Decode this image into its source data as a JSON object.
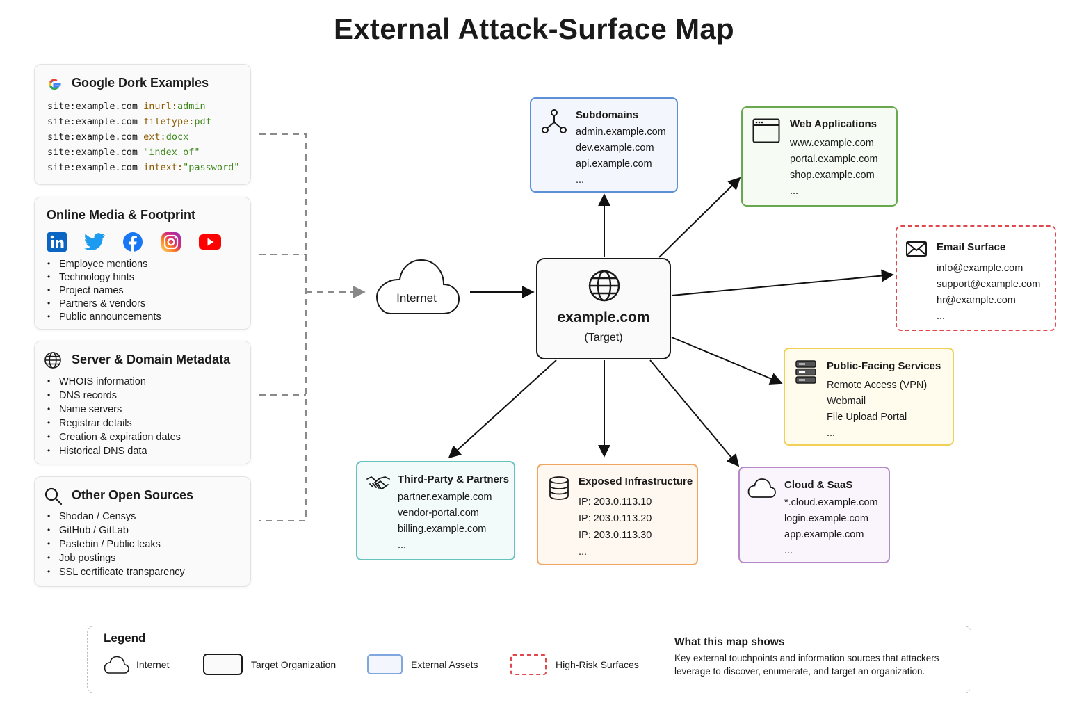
{
  "title": "External Attack-Surface Map",
  "google_dorks": {
    "title": "Google Dork Examples",
    "lines": [
      {
        "prefix": "site:example.com ",
        "op": "inurl:",
        "val": "admin"
      },
      {
        "prefix": "site:example.com ",
        "op": "filetype:",
        "val": "pdf"
      },
      {
        "prefix": "site:example.com ",
        "op": "ext:",
        "val": "docx"
      },
      {
        "prefix": "site:example.com ",
        "op": "",
        "val": "\"index of\""
      },
      {
        "prefix": "site:example.com ",
        "op": "intext:",
        "val": "\"password\""
      }
    ]
  },
  "online_media": {
    "title": "Online Media & Footprint",
    "icons": [
      "linkedin-icon",
      "twitter-icon",
      "facebook-icon",
      "instagram-icon",
      "youtube-icon"
    ],
    "items": [
      "Employee mentions",
      "Technology hints",
      "Project names",
      "Partners & vendors",
      "Public announcements"
    ]
  },
  "server_metadata": {
    "title": "Server & Domain Metadata",
    "icon": "globe-icon",
    "items": [
      "WHOIS information",
      "DNS records",
      "Name servers",
      "Registrar details",
      "Creation & expiration dates",
      "Historical DNS data"
    ]
  },
  "other_sources": {
    "title": "Other Open Sources",
    "icon": "search-icon",
    "items": [
      "Shodan / Censys",
      "GitHub / GitLab",
      "Pastebin / Public leaks",
      "Job postings",
      "SSL certificate transparency"
    ]
  },
  "internet": {
    "label": "Internet",
    "icon": "cloud-icon"
  },
  "target": {
    "name": "example.com",
    "subtitle": "(Target)",
    "icon": "globe-icon"
  },
  "nodes": {
    "subdomains": {
      "title": "Subdomains",
      "icon": "nodes-icon",
      "color": "#5b8fd6",
      "items": [
        "admin.example.com",
        "dev.example.com",
        "api.example.com",
        "..."
      ]
    },
    "web_apps": {
      "title": "Web Applications",
      "icon": "browser-window-icon",
      "color": "#6aa84f",
      "items": [
        "www.example.com",
        "portal.example.com",
        "shop.example.com",
        "..."
      ]
    },
    "email": {
      "title": "Email Surface",
      "icon": "envelope-icon",
      "color": "#e0484d",
      "items": [
        "info@example.com",
        "support@example.com",
        "hr@example.com",
        "..."
      ]
    },
    "public_services": {
      "title": "Public-Facing Services",
      "icon": "server-icon",
      "color": "#f0d056",
      "items": [
        "Remote Access (VPN)",
        "Webmail",
        "File Upload Portal",
        "..."
      ]
    },
    "third_party": {
      "title": "Third-Party & Partners",
      "icon": "handshake-icon",
      "color": "#66c2bf",
      "items": [
        "partner.example.com",
        "vendor-portal.com",
        "billing.example.com",
        "..."
      ]
    },
    "infrastructure": {
      "title": "Exposed Infrastructure",
      "icon": "database-icon",
      "color": "#f0a560",
      "items": [
        "IP: 203.0.113.10",
        "IP: 203.0.113.20",
        "IP: 203.0.113.30",
        "..."
      ]
    },
    "cloud": {
      "title": "Cloud & SaaS",
      "icon": "cloud-icon",
      "color": "#b48ac8",
      "items": [
        "*.cloud.example.com",
        "login.example.com",
        "app.example.com",
        "..."
      ]
    }
  },
  "legend": {
    "title": "Legend",
    "items": {
      "internet": "Internet",
      "target": "Target Organization",
      "external": "External Assets",
      "high_risk": "High-Risk Surfaces"
    },
    "colors": {
      "external": "#5b8fd6",
      "high_risk": "#e0484d"
    },
    "about_title": "What this map shows",
    "about_text_1": "Key external touchpoints and information sources that attackers",
    "about_text_2": "leverage to discover, enumerate, and target an organization."
  }
}
